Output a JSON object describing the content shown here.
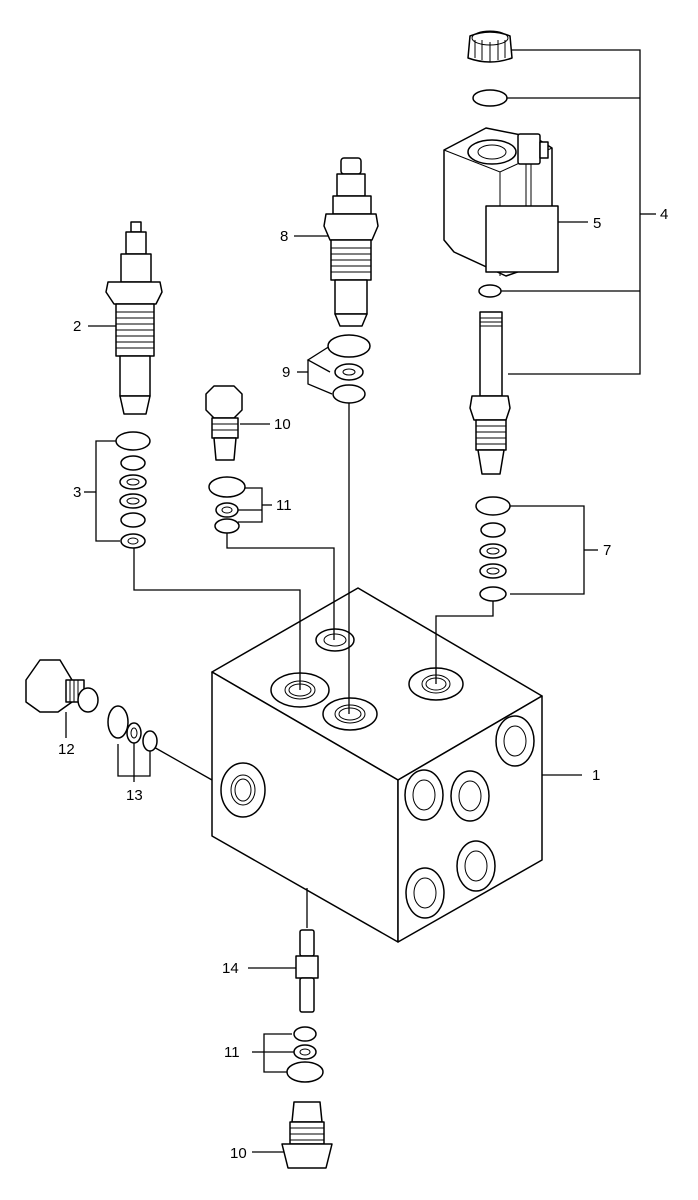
{
  "diagram": {
    "callouts": [
      {
        "id": "c1",
        "text": "1"
      },
      {
        "id": "c2",
        "text": "2"
      },
      {
        "id": "c3",
        "text": "3"
      },
      {
        "id": "c4",
        "text": "4"
      },
      {
        "id": "c5",
        "text": "5"
      },
      {
        "id": "c7",
        "text": "7"
      },
      {
        "id": "c8",
        "text": "8"
      },
      {
        "id": "c9",
        "text": "9"
      },
      {
        "id": "c10a",
        "text": "10"
      },
      {
        "id": "c11a",
        "text": "11"
      },
      {
        "id": "c12",
        "text": "12"
      },
      {
        "id": "c13",
        "text": "13"
      },
      {
        "id": "c14",
        "text": "14"
      },
      {
        "id": "c11b",
        "text": "11"
      },
      {
        "id": "c10b",
        "text": "10"
      }
    ]
  }
}
